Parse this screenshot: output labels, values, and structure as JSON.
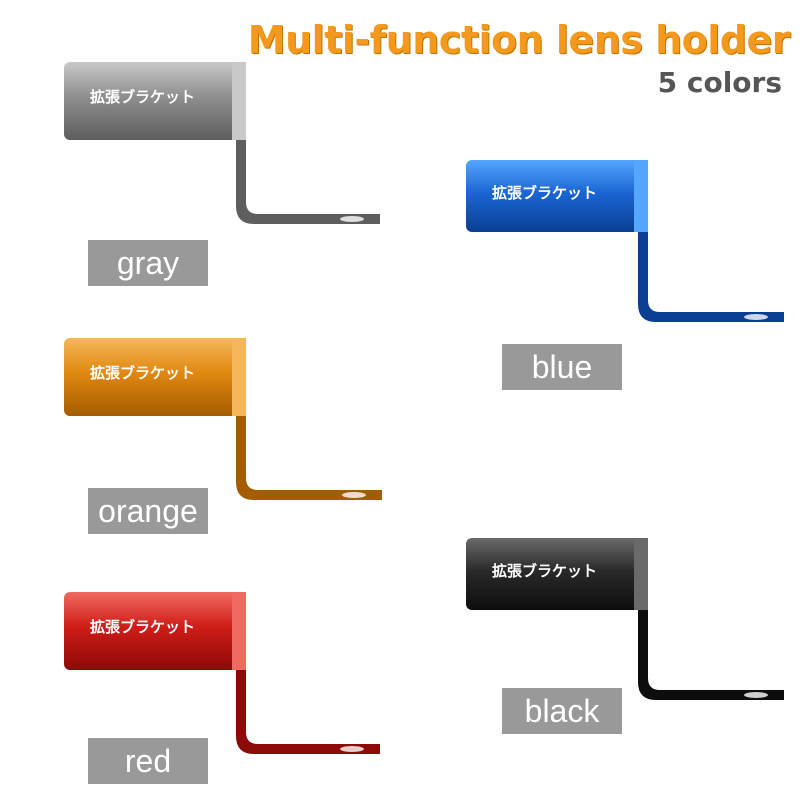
{
  "title": "Multi-function lens holder",
  "subtitle": "5 colors",
  "engraving": "拡張ブラケット",
  "variants": [
    {
      "key": "gray",
      "label": "gray",
      "body": "#8e8e8e",
      "light": "#c9c9c9",
      "dark": "#5e5e5e"
    },
    {
      "key": "orange",
      "label": "orange",
      "body": "#e08810",
      "light": "#f6b75a",
      "dark": "#a45c00"
    },
    {
      "key": "red",
      "label": "red",
      "body": "#cf1c17",
      "light": "#f06a62",
      "dark": "#8c0a08"
    },
    {
      "key": "blue",
      "label": "blue",
      "body": "#1a66d4",
      "light": "#55a6ff",
      "dark": "#0a3e92"
    },
    {
      "key": "black",
      "label": "black",
      "body": "#2a2a2a",
      "light": "#6a6a6a",
      "dark": "#0d0d0d"
    }
  ]
}
